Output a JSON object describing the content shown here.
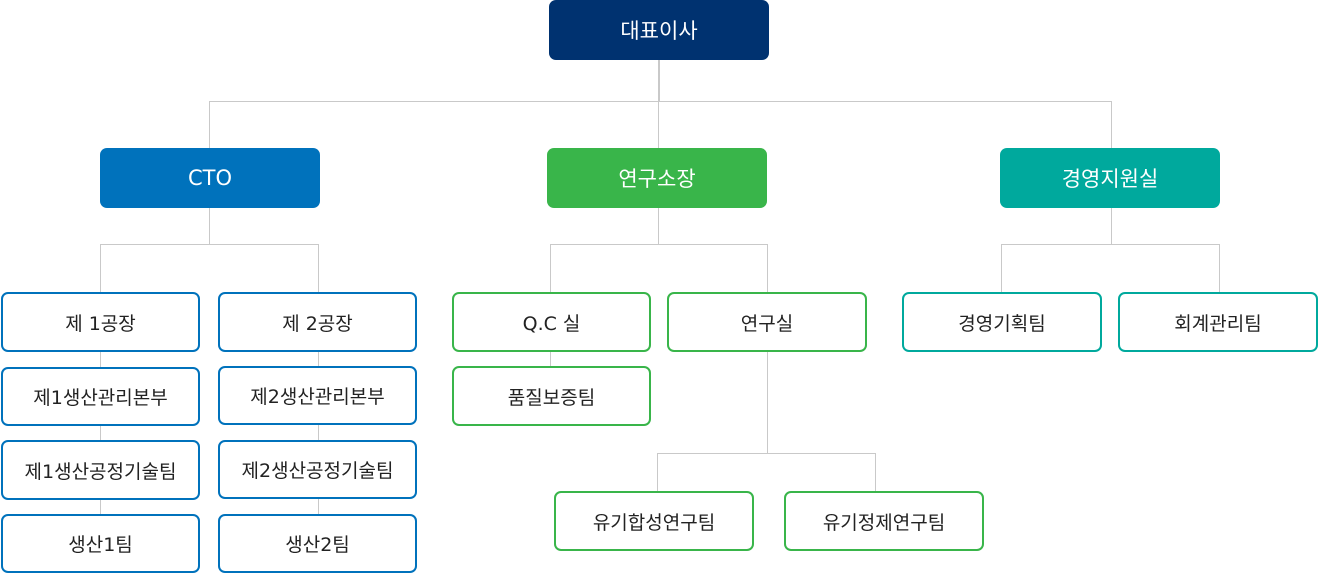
{
  "colors": {
    "ceo": "#003270",
    "cto": "#0072bc",
    "research": "#39b54a",
    "management": "#00a99d",
    "line": "#c9c9c9"
  },
  "ceo": "대표이사",
  "cto": {
    "label": "CTO",
    "plant1": {
      "label": "제 1공장",
      "children": [
        "제1생산관리본부",
        "제1생산공정기술팀",
        "생산1팀"
      ]
    },
    "plant2": {
      "label": "제 2공장",
      "children": [
        "제2생산관리본부",
        "제2생산공정기술팀",
        "생산2팀"
      ]
    }
  },
  "research": {
    "label": "연구소장",
    "qc": {
      "label": "Q.C 실",
      "children": [
        "품질보증팀"
      ]
    },
    "lab": {
      "label": "연구실",
      "children": [
        "유기합성연구팀",
        "유기정제연구팀"
      ]
    }
  },
  "management": {
    "label": "경영지원실",
    "children": [
      "경영기획팀",
      "회계관리팀"
    ]
  }
}
